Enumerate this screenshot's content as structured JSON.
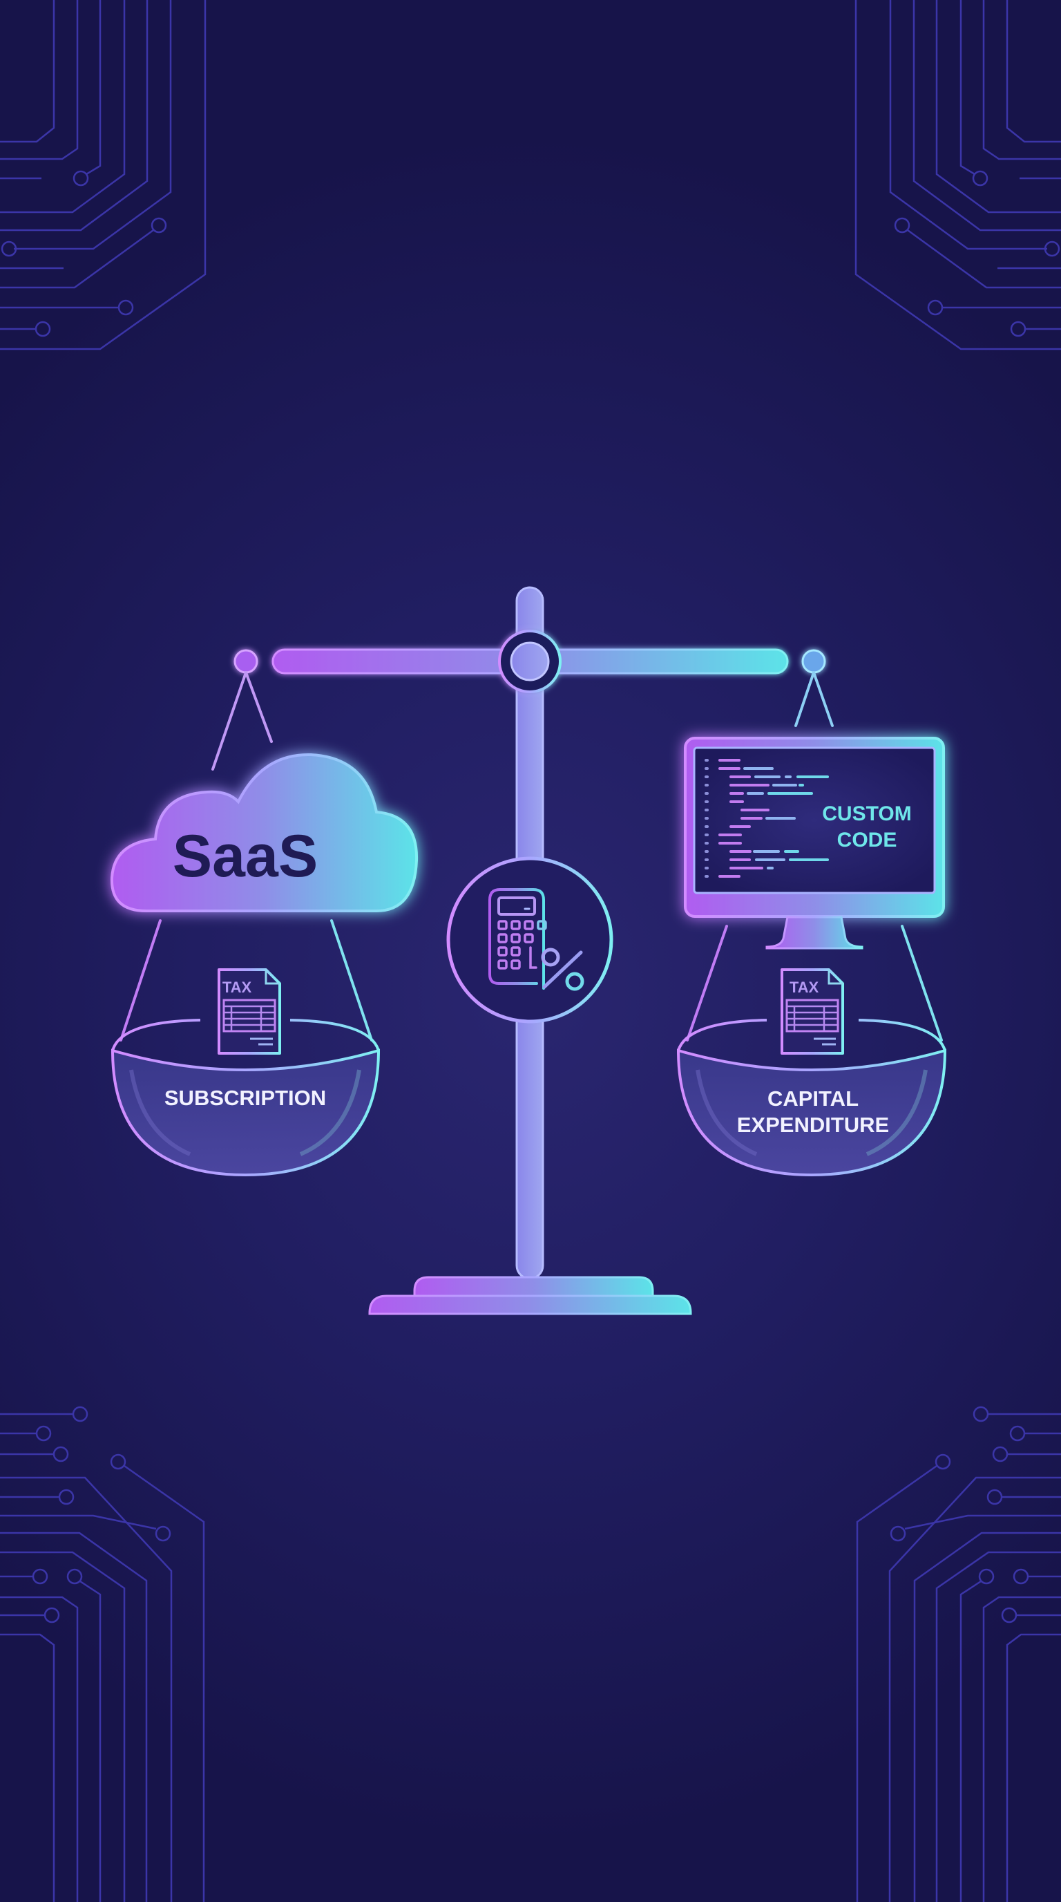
{
  "illustration": {
    "subject": "SaaS vs Custom Code tax balance scale",
    "left_pan": {
      "object_label": "SaaS",
      "object_icon": "cloud-icon",
      "document_label": "TAX",
      "pan_label": "SUBSCRIPTION"
    },
    "right_pan": {
      "object_label_line1": "CUSTOM",
      "object_label_line2": "CODE",
      "object_icon": "monitor-icon",
      "document_label": "TAX",
      "pan_label_line1": "CAPITAL",
      "pan_label_line2": "EXPENDITURE"
    },
    "center_icon": "calculator-percent-icon",
    "decor": "circuit-board-traces"
  },
  "colors": {
    "background": "#1a1752",
    "background_glow": "#2a2670",
    "circuit_trace": "#3b35a8",
    "gradient_start": "#b05cf0",
    "gradient_mid": "#8f8ee8",
    "gradient_end": "#5ce3e8",
    "saas_text": "#1f1b55",
    "custom_code_text": "#6fe6ea",
    "pan_text": "#f2f2ff"
  }
}
